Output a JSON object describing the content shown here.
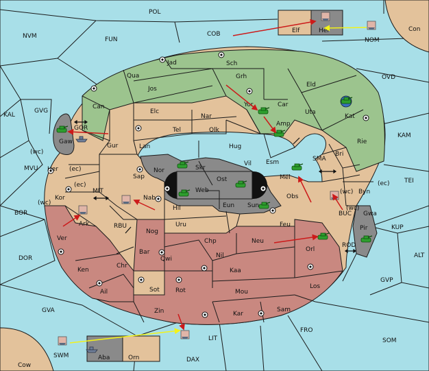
{
  "colors": {
    "sea": "#a8dfe8",
    "green": "#9cc48e",
    "tan": "#e3c29b",
    "red": "#c98880",
    "gray": "#8a8a8a",
    "arrow_red": "#cc1a1a",
    "arrow_yellow": "#f2f21a"
  },
  "regions": {
    "POL": "POL",
    "NVM": "NVM",
    "FUN": "FUN",
    "COB": "COB",
    "NOM": "NOM",
    "Con": "Con",
    "OVD": "OVD",
    "KAM": "KAM",
    "TEI": "TEI",
    "KUP": "KUP",
    "ALT": "ALT",
    "GVP": "GVP",
    "SOM": "SOM",
    "FRO": "FRO",
    "LIT": "LIT",
    "DAX": "DAX",
    "SWM": "SWM",
    "Cow": "Cow",
    "GVA": "GVA",
    "DOR": "DOR",
    "BOR": "BOR",
    "MVU": "MVU",
    "KAL": "KAL",
    "GVG": "GVG",
    "GOR": "GOR",
    "MIT": "MIT",
    "RBU": "RBU",
    "SMA": "SMA",
    "BUC": "BUC",
    "ROD": "ROD",
    "Elf": "Elf",
    "Hel": "Hel",
    "Aba": "Aba",
    "Orn": "Orn",
    "Jad": "Jad",
    "Sch": "Sch",
    "Qua": "Qua",
    "Jos": "Jos",
    "Grh": "Grh",
    "Can": "Can",
    "Elc": "Elc",
    "Nar": "Nar",
    "Yor": "Yor",
    "Car": "Car",
    "Eld": "Eld",
    "Uta": "Uta",
    "Kat": "Kat",
    "Tel": "Tel",
    "Olk": "Olk",
    "Amp": "Amp",
    "Gaw": "Gaw",
    "Gur": "Gur",
    "Lan": "Lan",
    "Hug": "Hug",
    "Rie": "Rie",
    "Bri": "Bri",
    "Her": "Her",
    "Nor": "Nor",
    "Skr": "Skr",
    "Vil": "Vil",
    "Esm": "Esm",
    "Sap": "Sap",
    "Ost": "Ost",
    "Web": "Web",
    "Mel": "Mel",
    "Byn": "Byn",
    "Kor": "Kor",
    "Nab": "Nab",
    "Eun": "Eun",
    "Obs": "Obs",
    "Hil": "Hil",
    "Sun": "Sun",
    "Gwa": "Gwa",
    "Ark": "Ark",
    "Nog": "Nog",
    "Uru": "Uru",
    "Feu": "Feu",
    "Pir": "Pir",
    "Ver": "Ver",
    "Chp": "Chp",
    "Neu": "Neu",
    "Orl": "Orl",
    "Bar": "Bar",
    "Qwi": "Qwi",
    "Nil": "Nil",
    "Ken": "Ken",
    "Chr": "Chr",
    "Kaa": "Kaa",
    "Ail": "Ail",
    "Sot": "Sot",
    "Rot": "Rot",
    "Mou": "Mou",
    "Los": "Los",
    "Zin": "Zin",
    "Kar": "Kar",
    "Sam": "Sam"
  },
  "coast_tags": {
    "gaw_wc": "(wc)",
    "gaw_ec": "(ec)",
    "kor_ec": "(ec)",
    "kor_wc": "(wc)",
    "byn_wc": "(wc)",
    "byn_ec": "(ec)",
    "gwa_wc": "(wc)"
  }
}
